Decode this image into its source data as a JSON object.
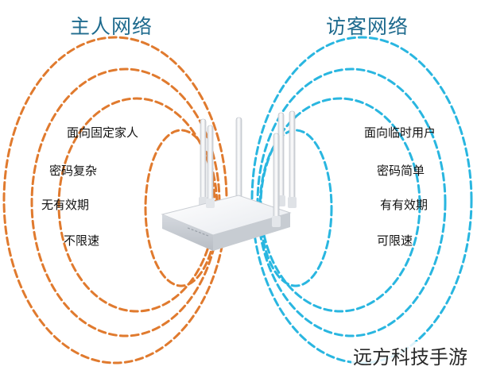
{
  "main_network": {
    "title": "主人网络",
    "color": "#e07a2e",
    "features": [
      "面向固定家人",
      "密码复杂",
      "无有效期",
      "不限速"
    ]
  },
  "guest_network": {
    "title": "访客网络",
    "color": "#29b6e0",
    "features": [
      "面向临时用户",
      "密码简单",
      "有有效期",
      "可限速"
    ]
  },
  "title_color": "#1f6b8e",
  "device": {
    "icon": "wifi-router-icon"
  },
  "watermark": {
    "text": "远方科技手游"
  }
}
